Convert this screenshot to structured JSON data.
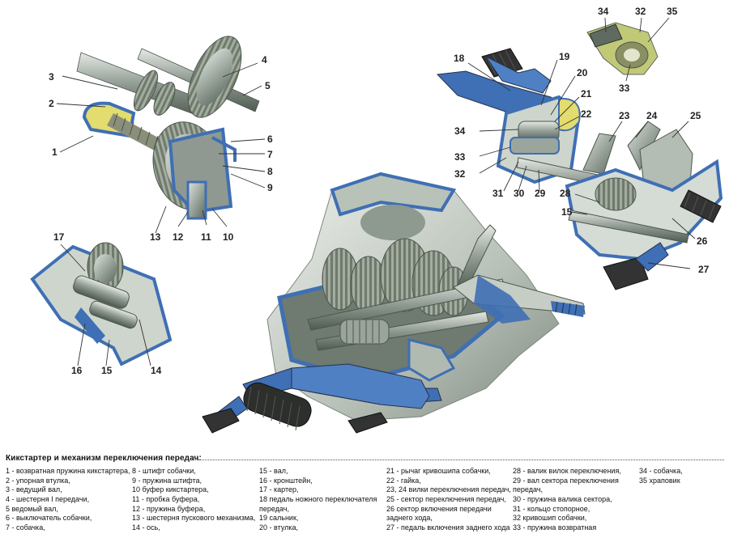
{
  "callouts": [
    "1",
    "2",
    "3",
    "4",
    "5",
    "6",
    "7",
    "8",
    "9",
    "10",
    "11",
    "12",
    "13",
    "14",
    "15",
    "16",
    "17",
    "18",
    "19",
    "20",
    "21",
    "22",
    "23",
    "24",
    "25",
    "26",
    "27",
    "28",
    "29",
    "30",
    "31",
    "32",
    "33",
    "34",
    "35",
    "15"
  ],
  "legend": {
    "title": "Кикстартер и механизм переключения передач:",
    "columns": [
      [
        "1 - возвратная пружина кикстартера,",
        "2 - упорная втулка,",
        "3 - ведущий вал,",
        "4 - шестерня I передачи,",
        "5   ведомый вал,",
        "6 - выключатель собачки,",
        "7 - собачка,"
      ],
      [
        "8 - штифт собачки,",
        "9 - пружина штифта,",
        "10   буфер кикстартера,",
        "11 - пробка буфера,",
        "12 - пружина буфера,",
        "13 - шестерня пускового механизма,",
        "14 - ось,"
      ],
      [
        "15 - вал,",
        "16 - кронштейн,",
        "17 - картер,",
        "18   педаль ножного переключателя",
        "передач,",
        "19   сальник,",
        "20 - втулка,"
      ],
      [
        "21 - рычаг кривошипа собачки,",
        "22 - гайка,",
        "23, 24   вилки переключения передач,",
        "25 - сектор переключения передач,",
        "26   сектор включения передачи",
        "заднего хода,",
        "27 - педаль включения заднего хода"
      ],
      [
        "28 - валик вилок переключения,",
        "29 - вал сектора переключения",
        "передач,",
        "30 - пружина валика сектора,",
        "31 - кольцо стопорное,",
        "32   кривошип собачки,",
        "33 - пружина возвратная"
      ],
      [
        "34 - собачка,",
        "35   храповик"
      ]
    ]
  },
  "colors": {
    "section_blue": "#3f6fb4",
    "metal_dark": "#5e6b60",
    "metal_mid": "#98a39a",
    "metal_light": "#cfd6cf",
    "casing_yellow": "#e6e07a",
    "leader_line": "#333333"
  }
}
